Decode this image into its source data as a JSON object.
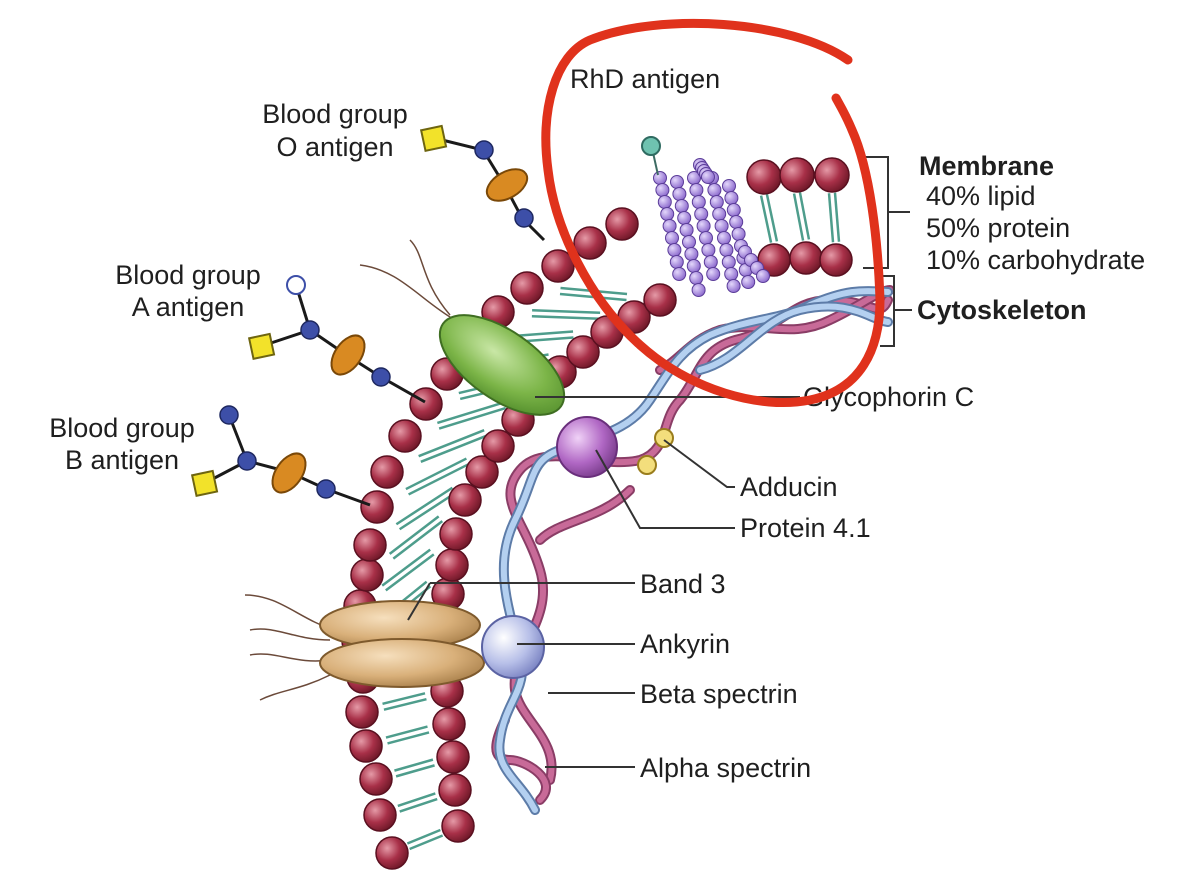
{
  "labels": {
    "rhd": "RhD antigen",
    "group_o_1": "Blood group",
    "group_o_2": "O antigen",
    "group_a_1": "Blood group",
    "group_a_2": "A antigen",
    "group_b_1": "Blood group",
    "group_b_2": "B antigen",
    "membrane": "Membrane",
    "lipid": "40% lipid",
    "protein": "50% protein",
    "carbohydrate": "10% carbohydrate",
    "cytoskeleton": "Cytoskeleton",
    "glycophorin": "Glycophorin C",
    "adducin": "Adducin",
    "protein41": "Protein 4.1",
    "band3": "Band 3",
    "ankyrin": "Ankyrin",
    "beta_spectrin": "Beta spectrin",
    "alpha_spectrin": "Alpha spectrin"
  },
  "colors": {
    "lipid_head": "#a83048",
    "lipid_tail": "#4e9d8c",
    "glycophorin": "#7cb548",
    "band3": "#d9b07a",
    "ankyrin": "#b7bfe8",
    "protein41": "#b067c4",
    "alpha_spectrin": "#b4d0f0",
    "beta_spectrin": "#c86a98",
    "rhd_protein": "#9b7ad6",
    "sugar_square": "#f2e22a",
    "sugar_circle": "#3d4fa8",
    "sugar_ellipse": "#d98a22",
    "annotation": "#e0321c"
  }
}
